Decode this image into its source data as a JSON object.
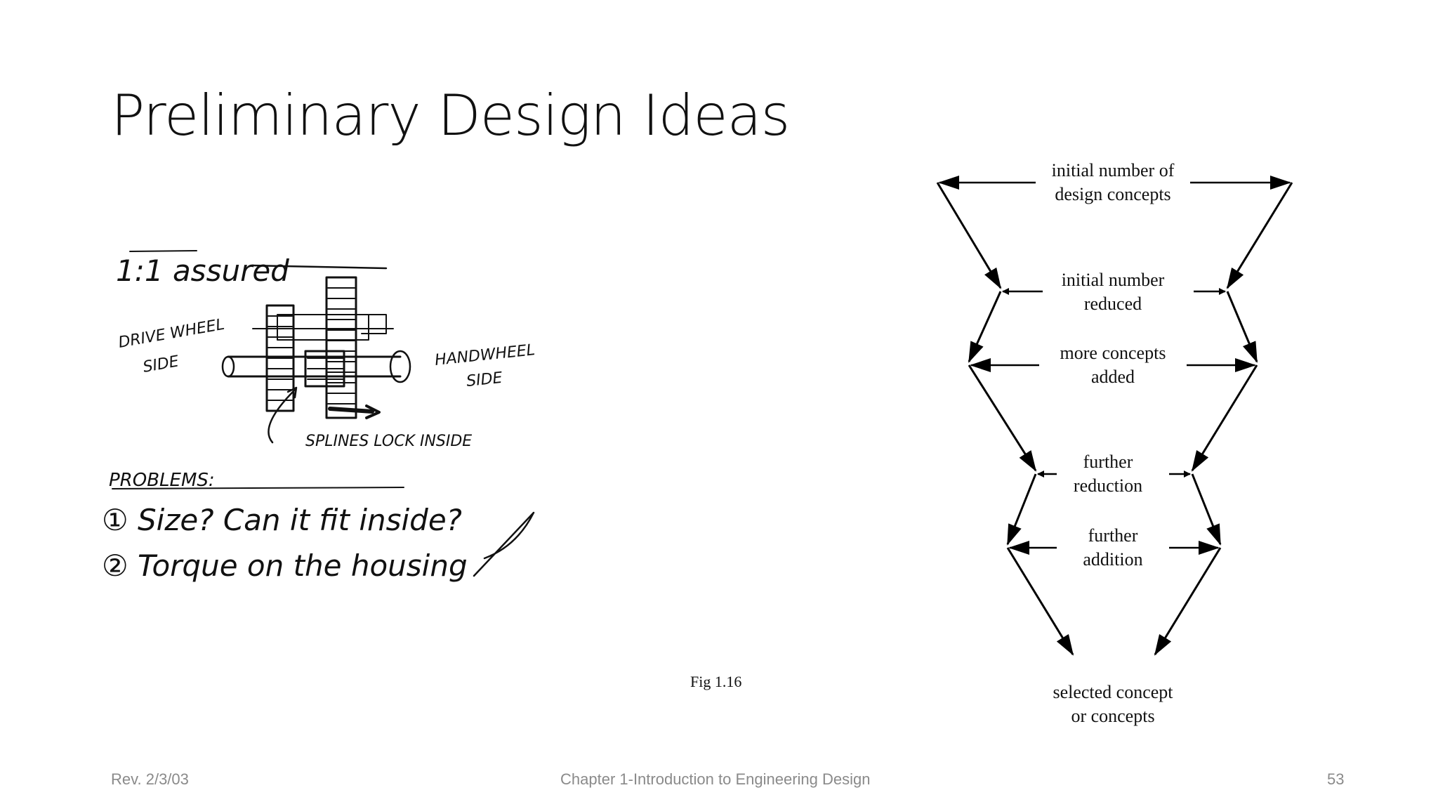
{
  "slide": {
    "title": "Preliminary Design Ideas",
    "figure_caption": "Fig 1.16"
  },
  "sketch": {
    "ratio_note": "1:1 assured",
    "left_label_line1": "DRIVE WHEEL",
    "left_label_line2": "SIDE",
    "right_label_line1": "HANDWHEEL",
    "right_label_line2": "SIDE",
    "splines_note": "SPLINES LOCK INSIDE",
    "problems_heading": "PROBLEMS:",
    "problem_1": "① Size? Can it fit inside?",
    "problem_2": "② Torque on the housing"
  },
  "diagram": {
    "stage_1_line1": "initial number of",
    "stage_1_line2": "design concepts",
    "stage_2_line1": "initial number",
    "stage_2_line2": "reduced",
    "stage_3_line1": "more concepts",
    "stage_3_line2": "added",
    "stage_4_line1": "further",
    "stage_4_line2": "reduction",
    "stage_5_line1": "further",
    "stage_5_line2": "addition",
    "final_line1": "selected concept",
    "final_line2": "or concepts"
  },
  "footer": {
    "left": "Rev. 2/3/03",
    "center": "Chapter 1-Introduction to Engineering Design",
    "right": "53"
  }
}
